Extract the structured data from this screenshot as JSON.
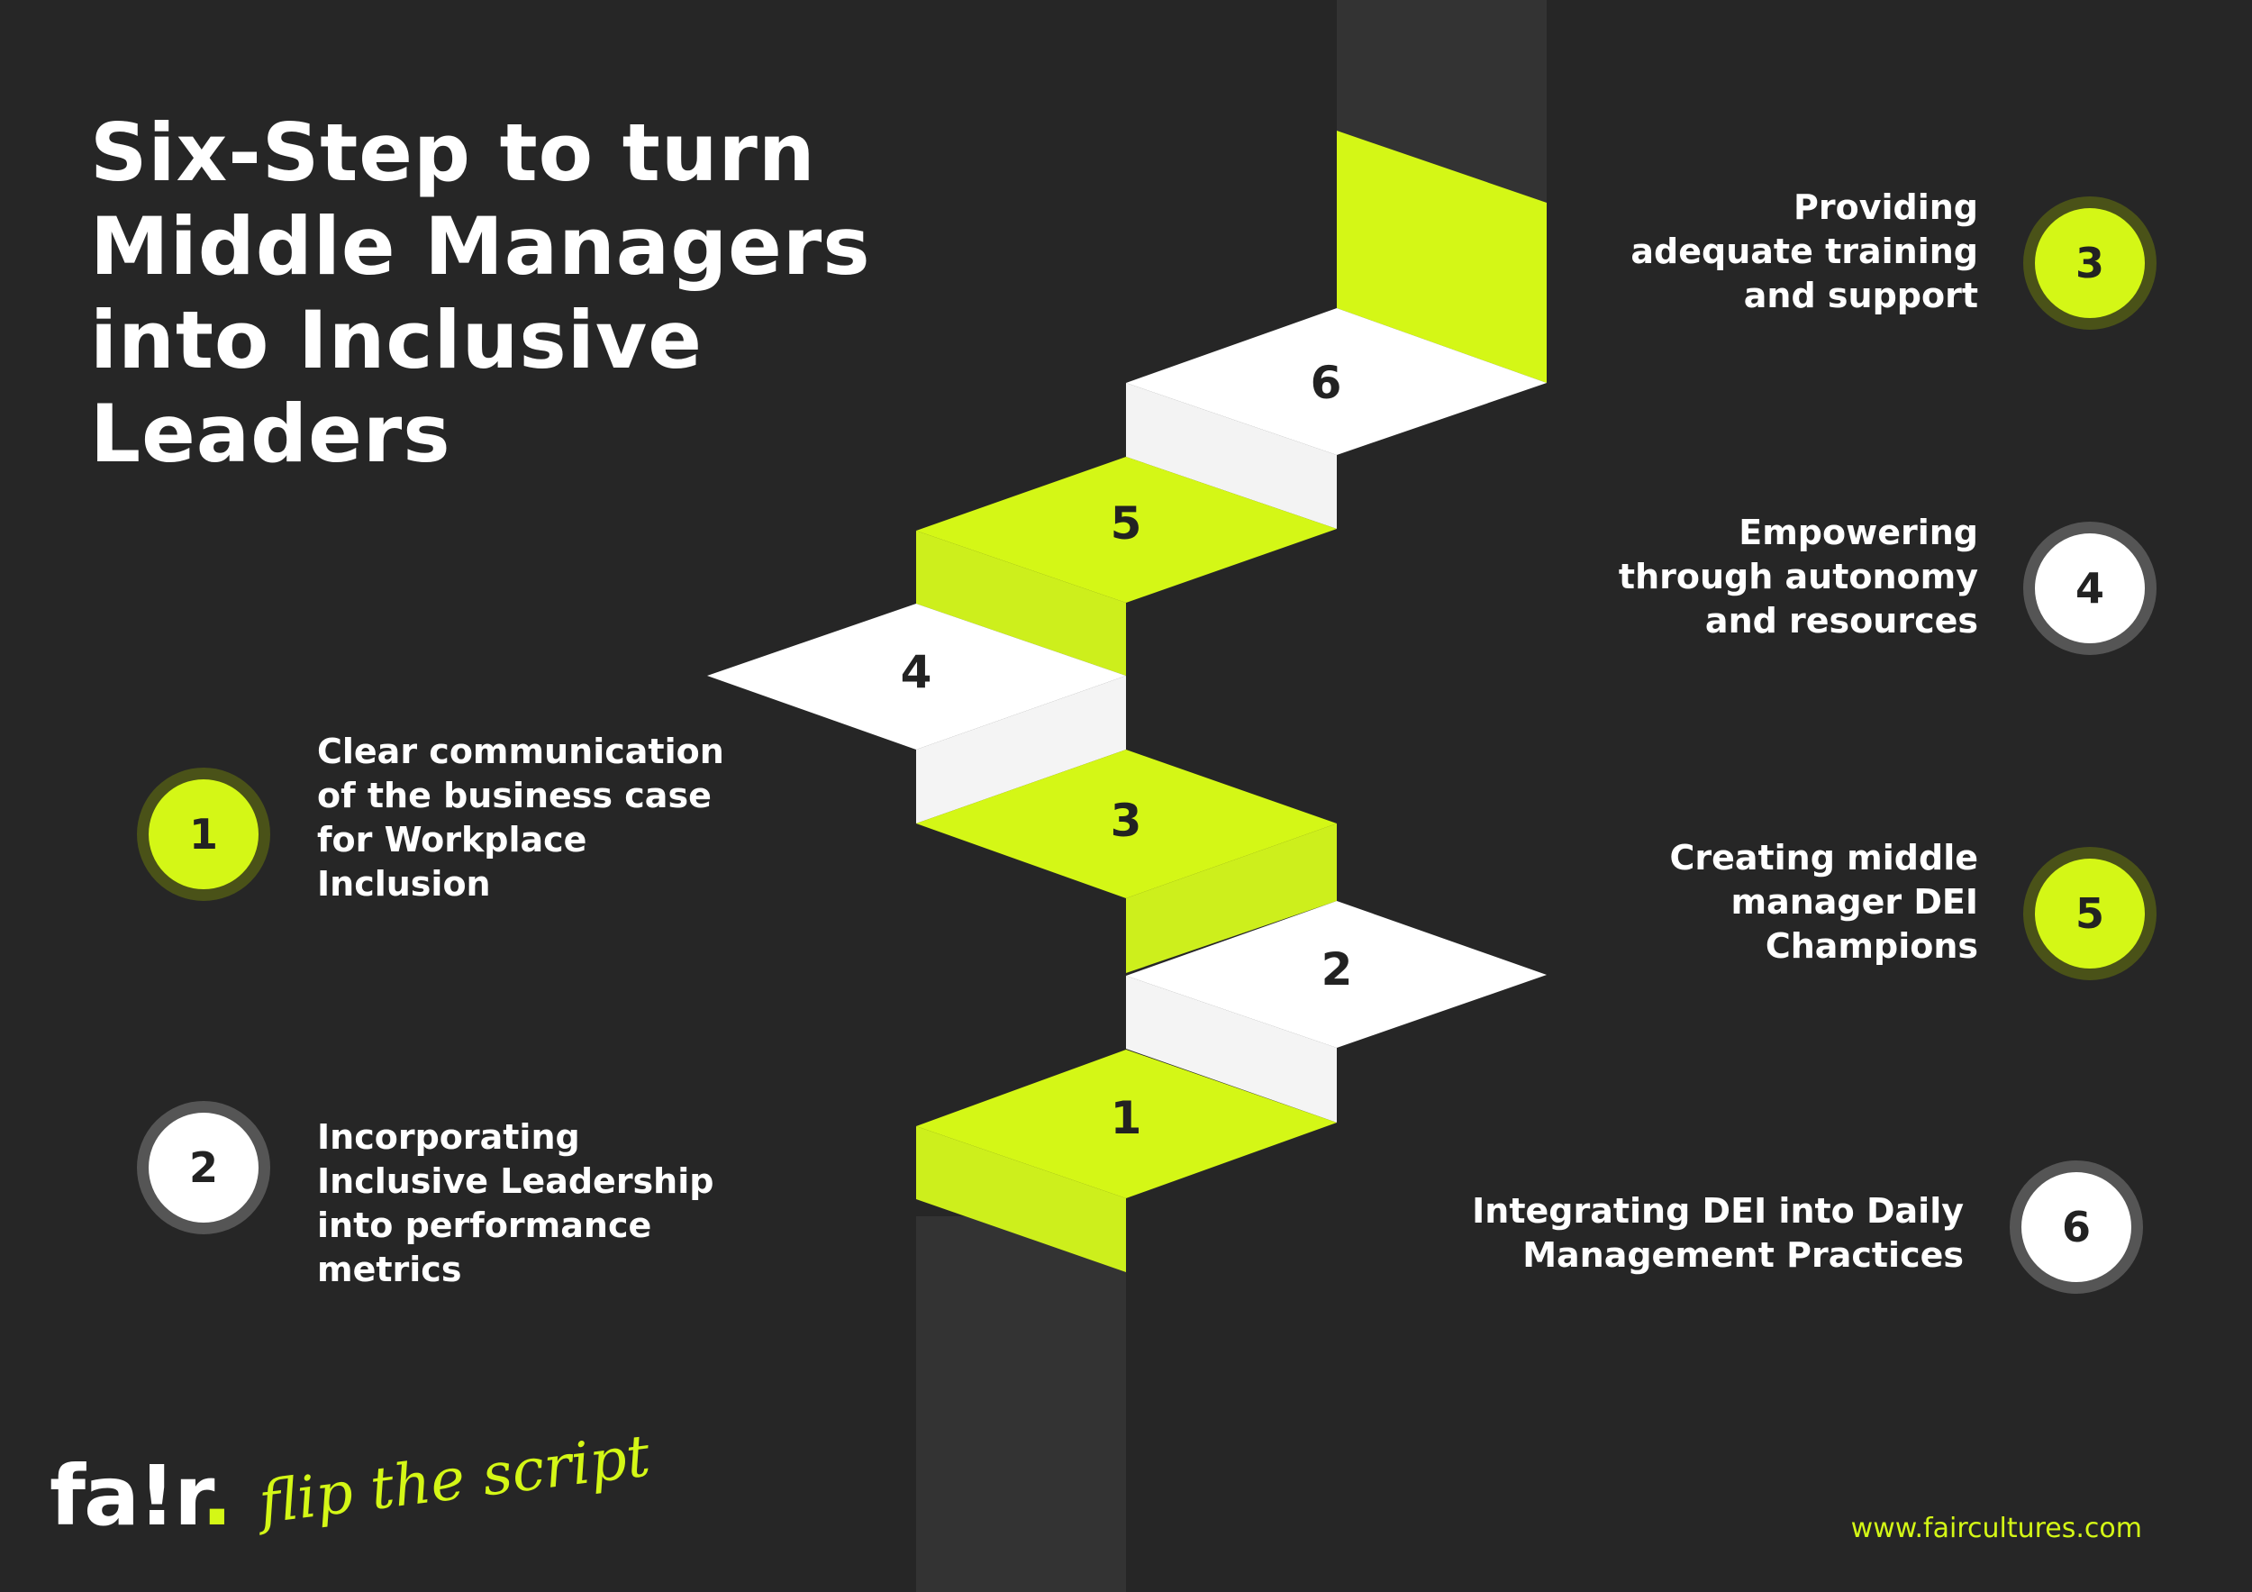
{
  "title_lines": [
    "Six-Step to turn",
    "Middle Managers",
    "into Inclusive",
    "Leaders"
  ],
  "stair_labels": [
    "1",
    "2",
    "3",
    "4",
    "5",
    "6"
  ],
  "steps": [
    {
      "number": "1",
      "lines": [
        "Clear communication",
        "of the business case",
        "for Workplace",
        "Inclusion"
      ]
    },
    {
      "number": "2",
      "lines": [
        "Incorporating",
        "Inclusive Leadership",
        "into performance",
        "metrics"
      ]
    },
    {
      "number": "3",
      "lines": [
        "Providing",
        "adequate training",
        "and support"
      ]
    },
    {
      "number": "4",
      "lines": [
        "Empowering",
        "through autonomy",
        "and resources"
      ]
    },
    {
      "number": "5",
      "lines": [
        "Creating middle",
        "manager DEI",
        "Champions"
      ]
    },
    {
      "number": "6",
      "lines": [
        "Integrating DEI into Daily",
        "Management Practices"
      ]
    }
  ],
  "footer": {
    "logo_main": "fa!r",
    "logo_dot": ".",
    "tagline": "flip the script",
    "url": "www.faircultures.com"
  },
  "colors": {
    "background": "#262626",
    "accent": "#d4f716",
    "white": "#ffffff",
    "pillar": "#343434"
  }
}
